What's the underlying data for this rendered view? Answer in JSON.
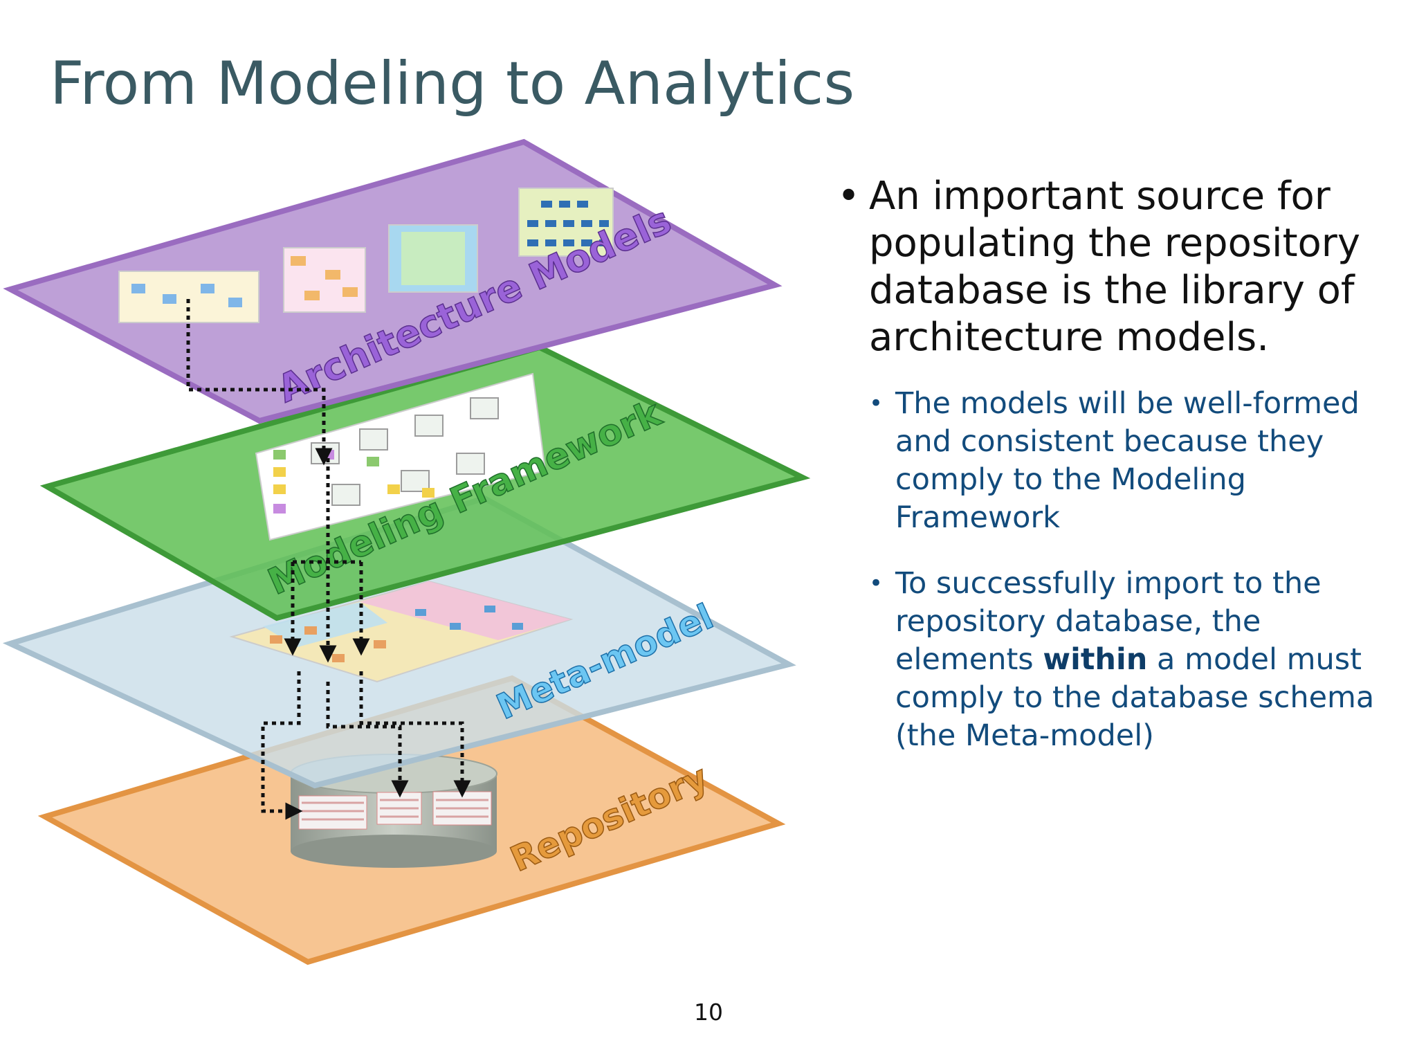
{
  "slide": {
    "title": "From Modeling to Analytics",
    "page_number": "10"
  },
  "diagram": {
    "layers": [
      {
        "label": "Architecture Models",
        "color": "#b38fd0"
      },
      {
        "label": "Modeling Framework",
        "color": "#5fbf54"
      },
      {
        "label": "Meta-model",
        "color": "#c9dde8"
      },
      {
        "label": "Repository",
        "color": "#f4b26e"
      }
    ],
    "database_color": "#a6aea4"
  },
  "bullets": {
    "main": "An important source for populating the repository database is the library of architecture models.",
    "sub": [
      {
        "before": "The models will be well-formed and consistent because they comply to the Modeling Framework",
        "bold": "",
        "after": ""
      },
      {
        "before": "To successfully import to the repository database, the elements ",
        "bold": "within",
        "after": " a model must comply to the database schema (the Meta-model)"
      }
    ]
  }
}
